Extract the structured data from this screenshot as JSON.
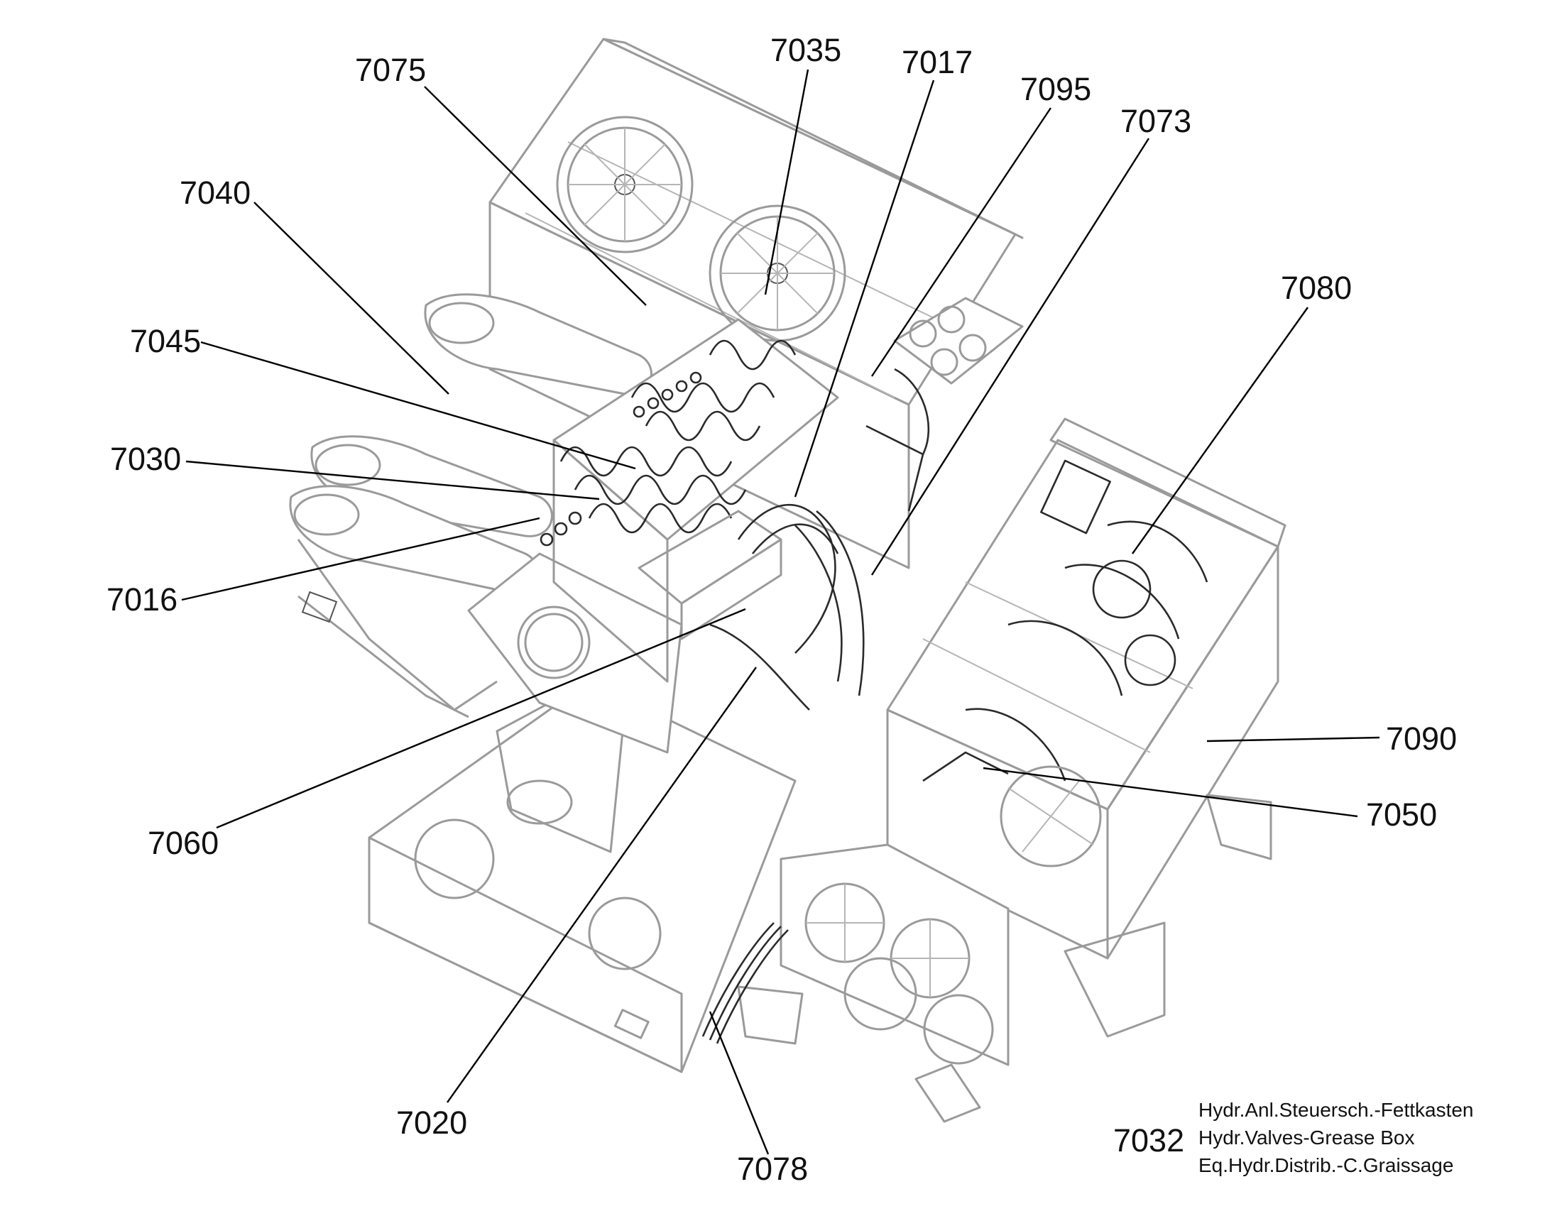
{
  "diagram": {
    "group_number": "7032",
    "caption_lines": [
      "Hydr.Anl.Steuersch.-Fettkasten",
      "Hydr.Valves-Grease Box",
      "Eq.Hydr.Distrib.-C.Graissage"
    ],
    "callouts": [
      {
        "id": "7035",
        "label": "7035"
      },
      {
        "id": "7017",
        "label": "7017"
      },
      {
        "id": "7075",
        "label": "7075"
      },
      {
        "id": "7095",
        "label": "7095"
      },
      {
        "id": "7073",
        "label": "7073"
      },
      {
        "id": "7040",
        "label": "7040"
      },
      {
        "id": "7080",
        "label": "7080"
      },
      {
        "id": "7045",
        "label": "7045"
      },
      {
        "id": "7030",
        "label": "7030"
      },
      {
        "id": "7016",
        "label": "7016"
      },
      {
        "id": "7090",
        "label": "7090"
      },
      {
        "id": "7050",
        "label": "7050"
      },
      {
        "id": "7060",
        "label": "7060"
      },
      {
        "id": "7020",
        "label": "7020"
      },
      {
        "id": "7078",
        "label": "7078"
      }
    ]
  }
}
